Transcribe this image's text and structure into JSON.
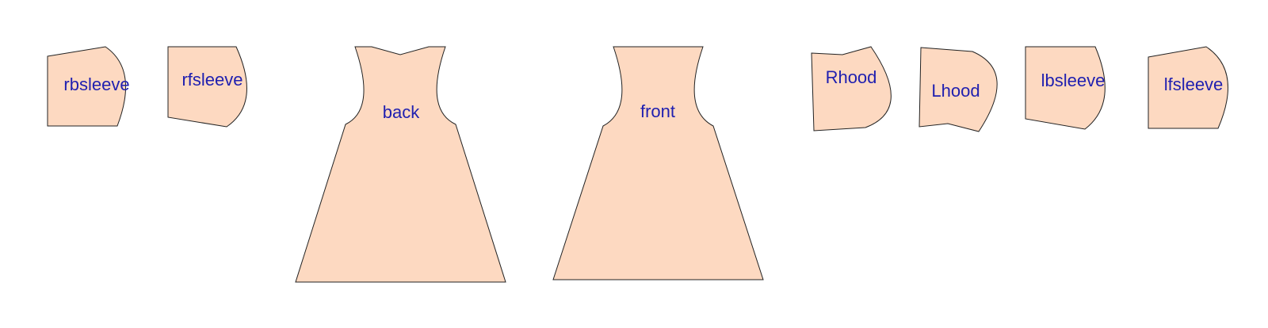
{
  "colors": {
    "piece_fill": "#fdd9c1",
    "label_text": "#2020b0",
    "outline": "#222222"
  },
  "pieces": {
    "rbsleeve": "rbsleeve",
    "rfsleeve": "rfsleeve",
    "back": "back",
    "front": "front",
    "rhood": "Rhood",
    "lhood": "Lhood",
    "lbsleeve": "lbsleeve",
    "lfsleeve": "lfsleeve"
  }
}
